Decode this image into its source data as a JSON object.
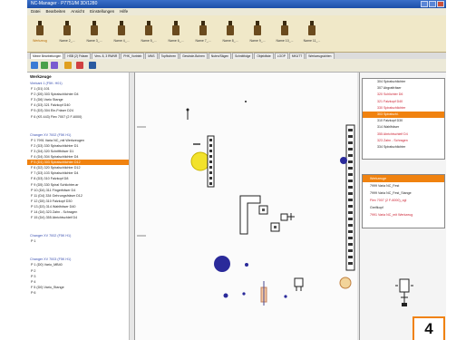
{
  "window": {
    "title": "NC-Manager · P7751/M 3D/1280"
  },
  "menu": [
    "Datei",
    "Bearbeiten",
    "Ansicht",
    "Einstellungen",
    "Hilfe"
  ],
  "palette": {
    "tools": [
      {
        "label": "Werkzeug"
      },
      {
        "label": "Name 2_..."
      },
      {
        "label": "Name 3_..."
      },
      {
        "label": "Name 4_..."
      },
      {
        "label": "Name 5_..."
      },
      {
        "label": "Name 6_..."
      },
      {
        "label": "Name 7_..."
      },
      {
        "label": "Name 8_..."
      },
      {
        "label": "Name 9_..."
      },
      {
        "label": "Name 10_..."
      },
      {
        "label": "Name 11_..."
      }
    ]
  },
  "tabs": [
    "Meine Bearbeitungen",
    "HSB (2) Fräsen",
    "Vers. 8, 3 RWNR",
    "PHK_Vortrieb",
    "MNS",
    "Topfbohren",
    "Gewinde-Bohren",
    "Nuten/Sägen",
    "Schnittfolge",
    "Objektliste",
    "LOOP",
    "MKUTT",
    "Werkzeugsichten"
  ],
  "tree": {
    "header": "Werkzeuge",
    "sel_color": "#f0820f",
    "rows": [
      {
        "t": "Vierkant 1 (F5K: H01)",
        "c": "g"
      },
      {
        "t": "F 1 (D1) 101"
      },
      {
        "t": "P 2 (D5) 303 Spiralschlichter D4"
      },
      {
        "t": "F 3 (D6) Vario Stange"
      },
      {
        "t": "F 4 (D3) 321 Falzkopf D40"
      },
      {
        "t": "P 5 (D3) 304 Ein-Fräser D24"
      },
      {
        "t": "F 6 (KS 443) Flex 7007 (2 F-6000)"
      },
      {
        "t": "",
        "c": "gap"
      },
      {
        "t": "Changer XV 7002 (F5K H1)",
        "c": "g"
      },
      {
        "t": "P 1 7991 Varia NC_mit Werkzeugen"
      },
      {
        "t": "F 2 (D3) 330 Spiralschlichter D1"
      },
      {
        "t": "F 3 (D4) 320 Schriftfräser D1"
      },
      {
        "t": "F 4 (D4) 304 Spiralschlichter D4"
      },
      {
        "t": "P 5 (D1) 303 Spiralschlichter D12",
        "c": "sel"
      },
      {
        "t": "F 6 (D2) 320 Spiralschlichter D12"
      },
      {
        "t": "F 7 (D3) 103 Spiralschlichter D4"
      },
      {
        "t": "F 8 (D3) 310 Falzkopf D8"
      },
      {
        "t": "F 9 (D5) 330 Spiral Schlichter.ar"
      },
      {
        "t": "P 10 (D4) 311 Fingerfräser D4"
      },
      {
        "t": "F 11 (D4) 334 Gehrungsfräser D12"
      },
      {
        "t": "F 12 (D5) 310 Falzkopf D30"
      },
      {
        "t": "P 13 (D3) 314 Wahlfräser D40"
      },
      {
        "t": "F 14 (D4) 323 Zahn - Schragen"
      },
      {
        "t": "F 15 (D4) 355 Abrichtschleif D4"
      },
      {
        "t": "",
        "c": "gap"
      },
      {
        "t": "Changer XV 7002 (F5K H1)",
        "c": "g"
      },
      {
        "t": "P 1"
      },
      {
        "t": "",
        "c": "gap"
      },
      {
        "t": "Changer XV 7003 (F5K H1)",
        "c": "g"
      },
      {
        "t": "P 1 (D0) Vario_MB40"
      },
      {
        "t": "P 2"
      },
      {
        "t": "P 3"
      },
      {
        "t": "P 4"
      },
      {
        "t": "F 5 (D0) Vario_Stange"
      },
      {
        "t": "P 6"
      }
    ]
  },
  "right_top": {
    "rows": [
      {
        "t": "304 Spiralschlichter"
      },
      {
        "t": "307 Abgratfräser"
      },
      {
        "t": "320 Schlichter D6",
        "c": "red"
      },
      {
        "t": "321 Falzkopf D40",
        "c": "red"
      },
      {
        "t": "330 Spiralschlichter",
        "c": "red"
      },
      {
        "t": "303 Spiralschl.",
        "c": "sel"
      },
      {
        "t": "310 Falzkopf D30"
      },
      {
        "t": "314 Wahlfräser"
      },
      {
        "t": "355 Abrichtschleif D4",
        "c": "red"
      },
      {
        "t": "323 Zahn - Schragen",
        "c": "red"
      },
      {
        "t": "334 Spiralschlichter"
      }
    ]
  },
  "right_bottom": {
    "rows": [
      {
        "t": "Werkzeuge",
        "c": "sel"
      },
      {
        "t": "7999 Varia NC_Fest"
      },
      {
        "t": "7999 Varia NC_Fest_Stange"
      },
      {
        "t": "Flex 7007 (2 F-6000)_ogl",
        "c": "red"
      },
      {
        "t": "Greifkopf"
      },
      {
        "t": "7991 Varia NC_mit Werkzeug",
        "c": "red"
      }
    ]
  },
  "badge": {
    "number": "4"
  }
}
